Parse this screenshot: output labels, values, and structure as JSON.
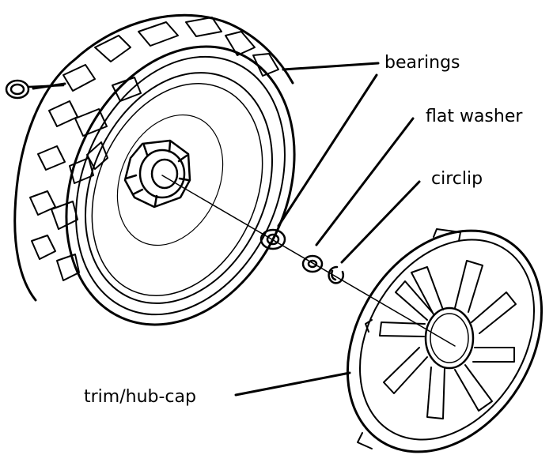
{
  "labels": {
    "bearings": "bearings",
    "flat_washer": "flat washer",
    "circlip": "circlip",
    "hub_cap": "trim/hub-cap"
  }
}
